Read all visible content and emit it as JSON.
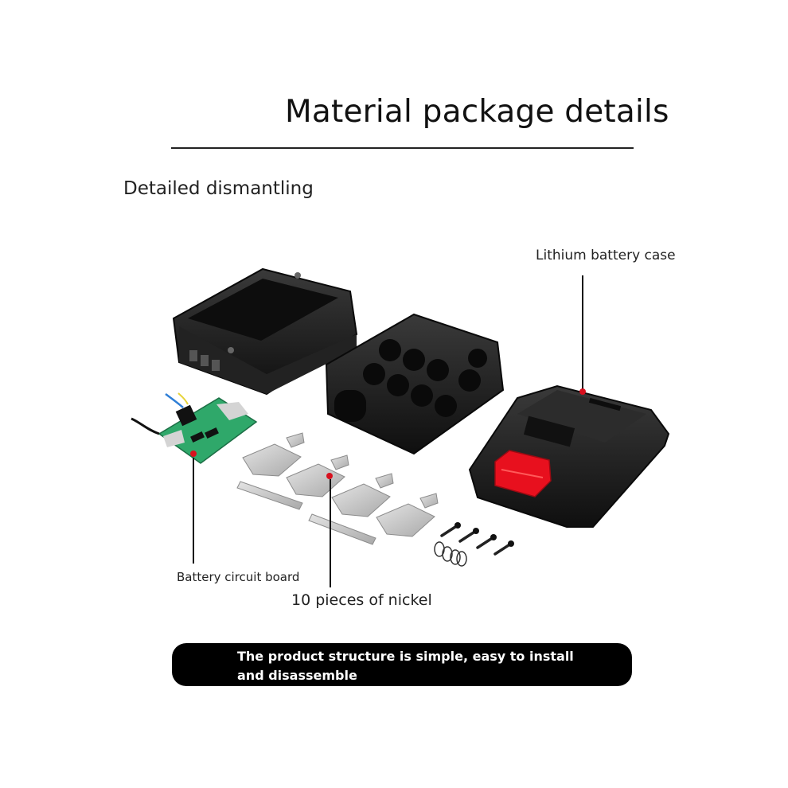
{
  "header": {
    "title": "Material package details",
    "subtitle": "Detailed dismantling"
  },
  "callouts": {
    "case": "Lithium battery case",
    "board": "Battery circuit board",
    "nickel": "10 pieces of nickel"
  },
  "banner": {
    "text": "The product structure is simple, easy to install and disassemble"
  },
  "colors": {
    "plastic": "#1b1b1b",
    "button": "#e8101e",
    "pcb": "#2fa86a",
    "nickel": "#c9c9c9",
    "marker": "#d8101e"
  }
}
